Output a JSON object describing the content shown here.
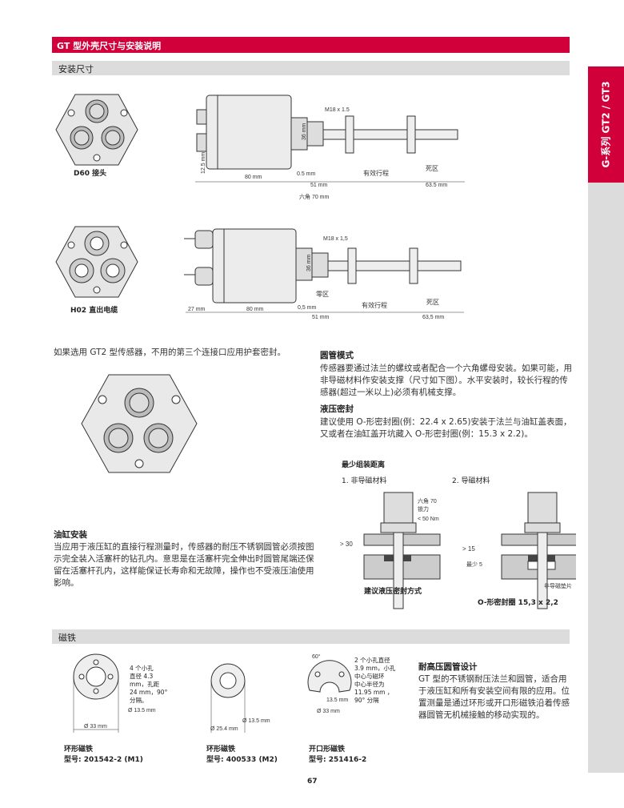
{
  "header": {
    "title": "GT 型外壳尺寸与安装说明"
  },
  "section1": {
    "title": "安装尺寸"
  },
  "side_tab": {
    "label": "G-系列  GT2 / GT3"
  },
  "diagram_d60": {
    "label": "D60 接头",
    "thread": "M18 x 1.5",
    "hex_width": "36 mm",
    "height": "12.5 mm",
    "body": "80 mm",
    "gap": "0.5 mm",
    "offset": "51 mm",
    "stroke": "有效行程",
    "dead_zone": "死区",
    "dead_len": "63.5 mm"
  },
  "diagram_h02": {
    "label": "H02 直出电缆",
    "hex": "六角 70 mm",
    "thread": "M18 x 1,5",
    "hex_width": "36 mm",
    "height": "27 mm",
    "body": "80 mm",
    "gap": "0,5 mm",
    "offset": "51 mm",
    "zero_zone": "零区",
    "stroke": "有效行程",
    "dead_zone": "死区",
    "dead_len": "63,5 mm"
  },
  "gt2_note": "如果选用 GT2 型传感器，不用的第三个连接口应用护套密封。",
  "tube_mode": {
    "title": "圆管模式",
    "text": "传感器要通过法兰的螺纹或者配合一个六角螺母安装。如果可能，用非导磁材料作安装支撑（尺寸如下图）。水平安装时，较长行程的传感器(超过一米以上)必须有机械支撑。"
  },
  "hydraulic_seal": {
    "title": "液压密封",
    "text": "建议使用 O-形密封圈(例：22.4 x 2.65)安装于法兰与油缸盖表面，又或者在油缸盖开坑藏入 O-形密封圈(例：15.3 x 2.2)。"
  },
  "min_distance": {
    "title": "最少组装距离",
    "fig1": {
      "title": "1. 非导磁材料",
      "hex": "六角 70",
      "torque_label": "锁力",
      "torque": "< 50 Nm",
      "dist": "> 30",
      "caption": "建议液压密封方式"
    },
    "fig2": {
      "title": "2. 导磁材料",
      "dist": "> 15",
      "min": "最少 5",
      "spacer": "非导磁垫片",
      "caption": "O-形密封圈 15,3 x 2,2"
    }
  },
  "cylinder": {
    "title": "油缸安装",
    "text": "当应用于液压缸的直接行程测量时，传感器的耐压不锈钢圆管必须按图示完全装入活塞杆的钻孔内。意思是在活塞杆完全伸出时圆管尾端还保留在活塞杆孔内，这样能保证长寿命和无故障，操作也不受液压油使用影响。"
  },
  "section2": {
    "title": "磁铁"
  },
  "magnets": [
    {
      "name": "环形磁铁",
      "model": "型号: 201542-2 (M1)",
      "note": [
        "4 个小孔",
        "直径 4.3",
        "mm，孔距",
        "24 mm，90°",
        "分隔。"
      ],
      "inner": "Ø 13.5 mm",
      "outer": "Ø 33 mm"
    },
    {
      "name": "环形磁铁",
      "model": "型号: 400533 (M2)",
      "inner": "Ø 13.5 mm",
      "outer": "Ø 25.4 mm"
    },
    {
      "name": "开口形磁铁",
      "model": "型号: 251416-2",
      "angle": "60°",
      "note": [
        "2 个小孔直径",
        "3.9 mm，小孔",
        "中心与磁环",
        "中心半径为",
        "11.95 mm ，",
        "90° 分隔"
      ],
      "inner": "13.5 mm",
      "outer": "Ø 33 mm"
    }
  ],
  "pressure_tube": {
    "title": "耐高压圆管设计",
    "text": "GT 型的不锈钢耐压法兰和圆管，适合用于液压缸和所有安装空间有限的应用。位置测量是通过环形或开口形磁铁沿着传感器圆管无机械接触的移动实现的。"
  },
  "page_number": "67",
  "colors": {
    "brand_red": "#d2003a",
    "bar_gray": "#dcdcdc"
  }
}
